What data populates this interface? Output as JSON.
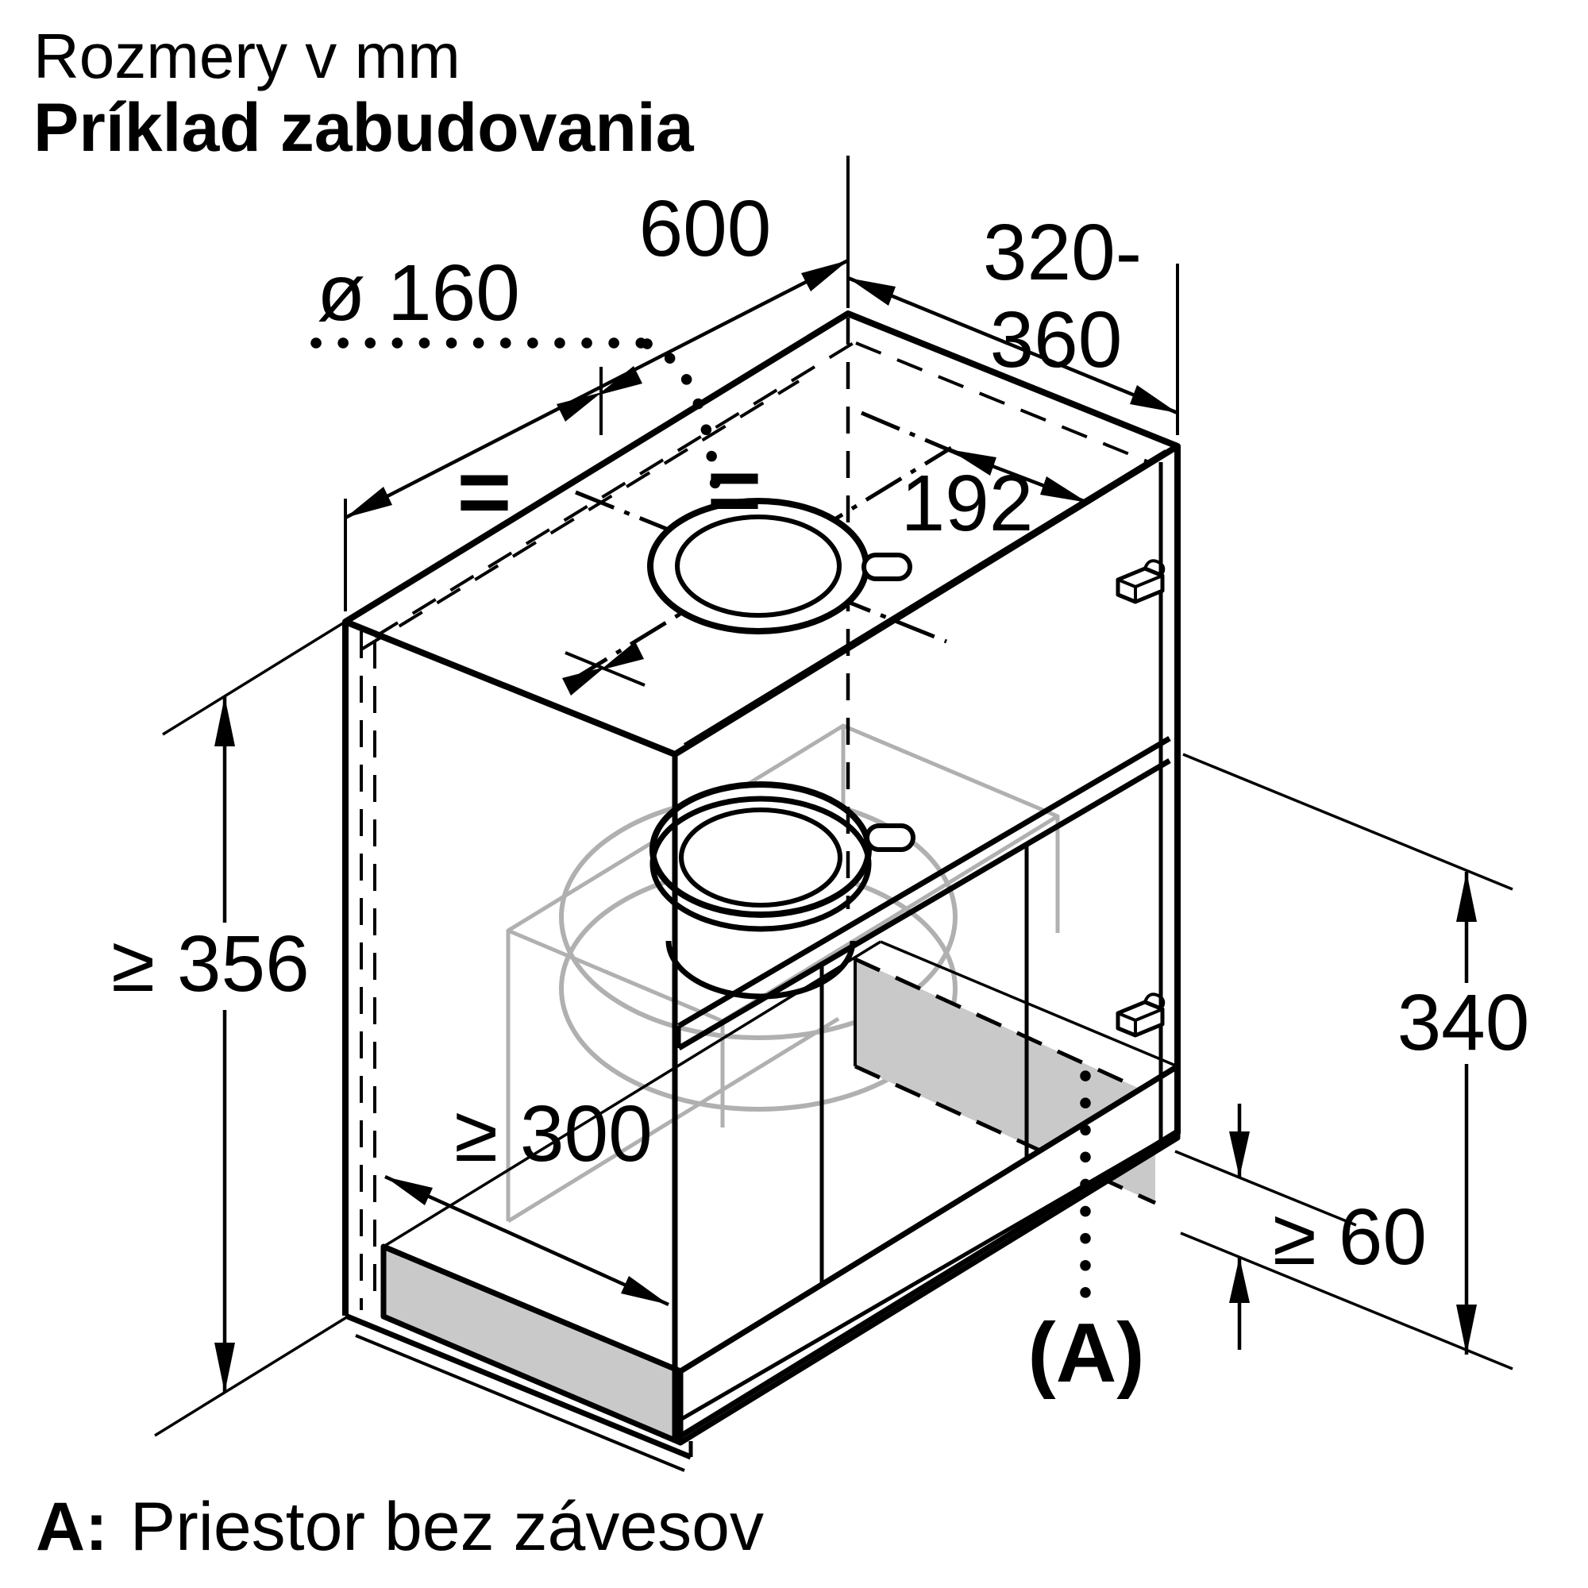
{
  "title": {
    "line1": "Rozmery v mm",
    "line2": "Príklad zabudovania"
  },
  "dims": {
    "diameter": "ø 160",
    "width": "600",
    "depth1": "320-",
    "depth2": "360",
    "hole_offset": "192",
    "height_min": "≥ 356",
    "bottom_depth_min": "≥ 300",
    "compartment_height": "340",
    "recess_min": "≥ 60",
    "area": "(A)",
    "equal": "="
  },
  "footnote": {
    "prefix": "A:",
    "text": "Priestor bez závesov"
  },
  "colors": {
    "line": "#000000",
    "hood_gray": "#b0b0b0",
    "shade_gray": "#c9c9c9",
    "background": "#ffffff"
  },
  "meta": {
    "drawing_type": "built-in installation example, isometric cabinet with extractor hood",
    "units": "mm"
  }
}
